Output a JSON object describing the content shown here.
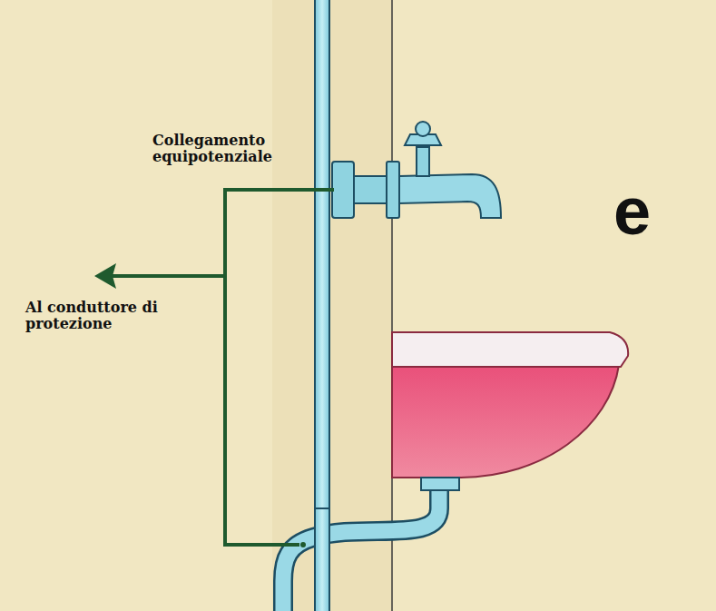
{
  "diagram": {
    "labels": [
      "Collegamento equipotenziale",
      "Al conduttore di protezione",
      "e"
    ]
  }
}
